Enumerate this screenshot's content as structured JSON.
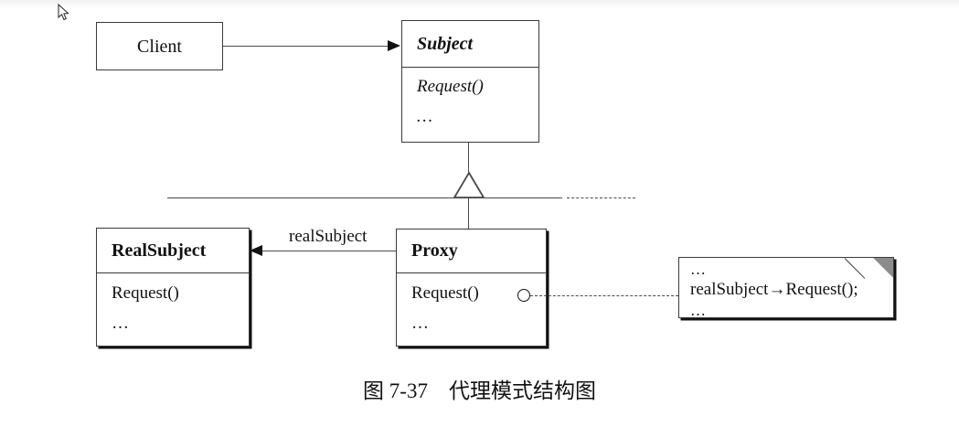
{
  "diagram": {
    "title": "UML class diagram - Proxy pattern",
    "caption": "图 7-37　代理模式结构图",
    "ellipsis": "…",
    "classes": {
      "client": {
        "name": "Client",
        "members": []
      },
      "subject": {
        "name": "Subject",
        "members": [
          "Request()",
          "…"
        ]
      },
      "real_subject": {
        "name": "RealSubject",
        "members": [
          "Request()",
          "…"
        ]
      },
      "proxy": {
        "name": "Proxy",
        "members": [
          "Request()",
          "…"
        ]
      }
    },
    "edges": {
      "client_to_subject": {
        "label": "",
        "type": "association-arrow"
      },
      "proxy_to_real_subject": {
        "label": "realSubject",
        "type": "association-arrow"
      },
      "generalization": {
        "label": "",
        "type": "inheritance-triangle"
      }
    },
    "note": {
      "lines": [
        "…",
        "realSubject→Request();",
        "…"
      ]
    },
    "colors": {
      "stroke": "#3a3a3a",
      "connector": "#4a4a4a",
      "text": "#111111",
      "note_fold": "#8c8c8c",
      "background": "#ffffff"
    }
  }
}
